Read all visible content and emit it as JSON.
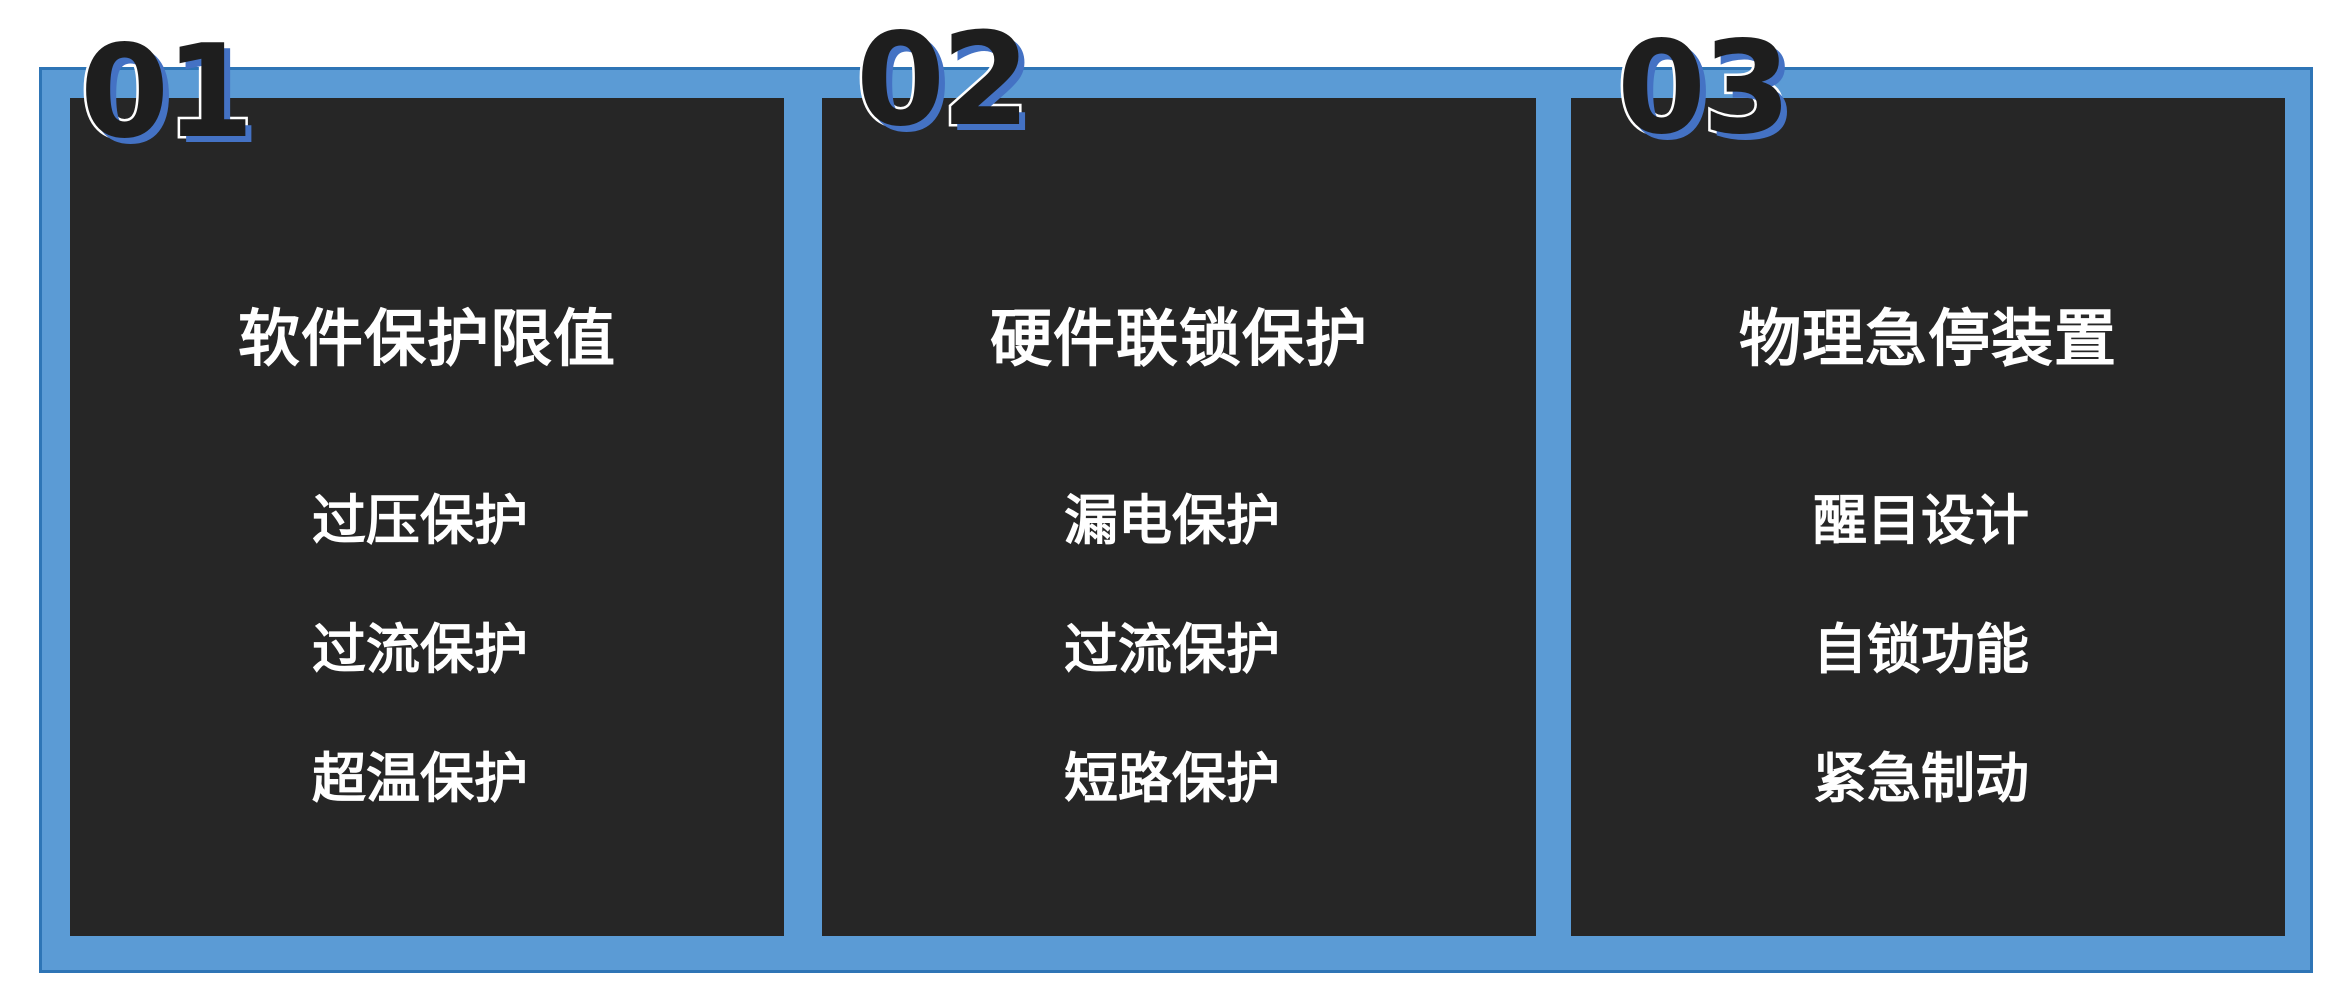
{
  "panels": [
    {
      "number": "01",
      "title": "软件保护限值",
      "items": [
        "过压保护",
        "过流保护",
        "超温保护"
      ]
    },
    {
      "number": "02",
      "title": "硬件联锁保护",
      "items": [
        "漏电保护",
        "过流保护",
        "短路保护"
      ]
    },
    {
      "number": "03",
      "title": "物理急停装置",
      "items": [
        "醒目设计",
        "自锁功能",
        "紧急制动"
      ]
    }
  ],
  "colors": {
    "frame": "#5b9bd5",
    "frame_border": "#2e75b6",
    "panel": "#262626",
    "text": "#ffffff",
    "number_shadow": "#4472c4"
  }
}
